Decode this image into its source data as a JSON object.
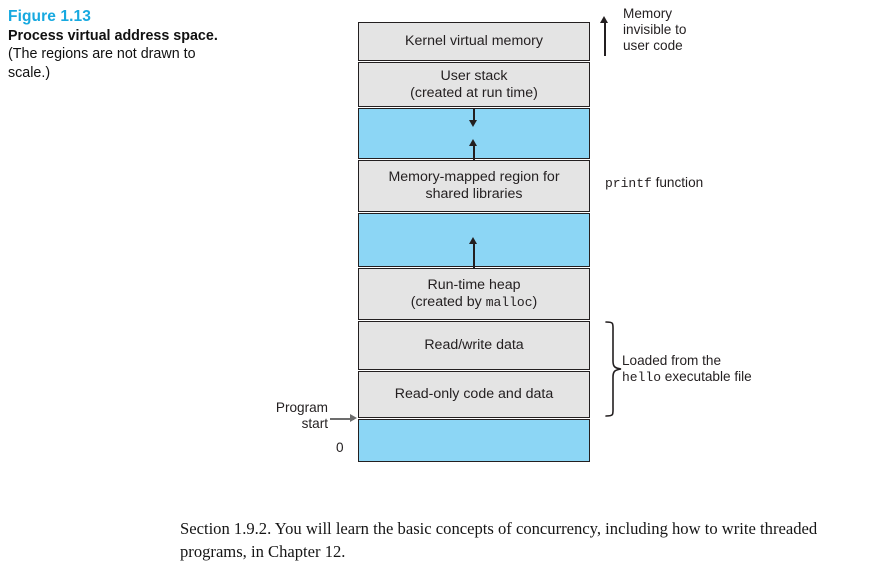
{
  "caption": {
    "figure_number": "Figure 1.13",
    "title": "Process virtual address space.",
    "subtitle": " (The regions are not drawn to scale.)"
  },
  "diagram": {
    "title": "Process virtual address space",
    "colors": {
      "gray_region": "#e4e4e4",
      "blue_region": "#8cd6f5",
      "outline": "#231f20",
      "figure_accent": "#17a9e0"
    },
    "regions": [
      {
        "id": "kernel-virtual-memory",
        "label": "Kernel virtual memory",
        "label2": "",
        "fill": "gray"
      },
      {
        "id": "user-stack",
        "label": "User stack",
        "label2": "(created at run time)",
        "fill": "gray"
      },
      {
        "id": "stack-gap",
        "label": "",
        "label2": "",
        "fill": "blue"
      },
      {
        "id": "memory-mapped-region",
        "label": "Memory-mapped region for",
        "label2": "shared libraries",
        "fill": "gray"
      },
      {
        "id": "heap-gap",
        "label": "",
        "label2": "",
        "fill": "blue"
      },
      {
        "id": "run-time-heap",
        "label": "Run-time heap",
        "label2_prefix": "(created by ",
        "label2_mono": "malloc",
        "label2_suffix": ")",
        "fill": "gray"
      },
      {
        "id": "read-write-data",
        "label": "Read/write data",
        "label2": "",
        "fill": "gray"
      },
      {
        "id": "read-only-code-and-data",
        "label": "Read-only code and data",
        "label2": "",
        "fill": "gray"
      },
      {
        "id": "unmapped-low-memory",
        "label": "",
        "label2": "",
        "fill": "blue"
      }
    ],
    "annotations": {
      "memory_invisible": "Memory\ninvisible to\nuser code",
      "memory_invisible_line1": "Memory",
      "memory_invisible_line2": "invisible to",
      "memory_invisible_line3": "user code",
      "printf_mono": "printf",
      "printf_rest": " function",
      "loaded_line1": "Loaded from the",
      "loaded_mono": "hello",
      "loaded_rest": " executable file",
      "program_start_line1": "Program",
      "program_start_line2": "start",
      "zero_address": "0"
    }
  },
  "body": {
    "paragraph": "Section 1.9.2. You will learn the basic concepts of concurrency, including how to write threaded programs, in Chapter 12."
  }
}
